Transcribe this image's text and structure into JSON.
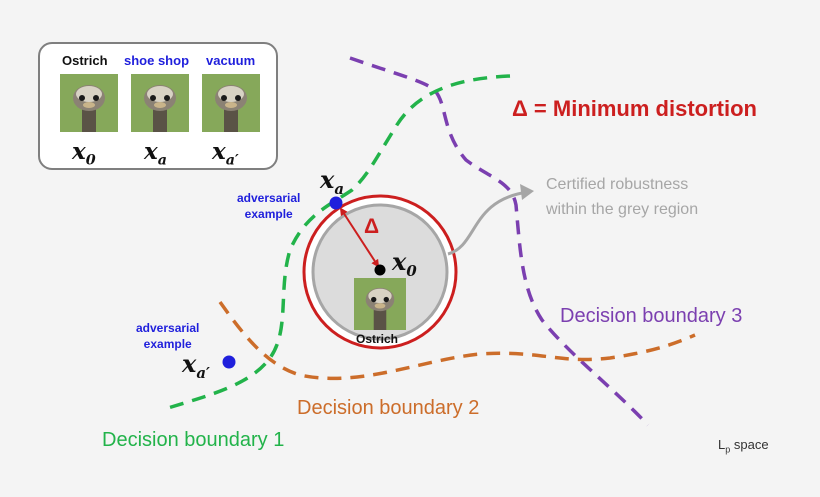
{
  "legend": {
    "labels": [
      "Ostrich",
      "shoe shop",
      "vacuum"
    ],
    "images": [
      {
        "icon": "ostrich-image",
        "math_base": "x",
        "math_sub": "0"
      },
      {
        "icon": "ostrich-image",
        "math_base": "x",
        "math_sub": "a"
      },
      {
        "icon": "ostrich-image",
        "math_base": "x",
        "math_sub": "a′"
      }
    ]
  },
  "title": "Δ = Minimum distortion",
  "delta_symbol": "Δ",
  "certified_text": [
    "Certified robustness",
    "within the grey region"
  ],
  "points": {
    "x0": {
      "base": "x",
      "sub": "0"
    },
    "xa": {
      "base": "x",
      "sub": "a"
    },
    "xa2": {
      "base": "x",
      "sub": "a′"
    }
  },
  "adversarial_labels": [
    "adversarial",
    "example"
  ],
  "center_image_label": "Ostrich",
  "boundaries": {
    "b1": "Decision boundary 1",
    "b2": "Decision boundary 2",
    "b3": "Decision boundary 3"
  },
  "space": {
    "base": "L",
    "sub": "p",
    "suffix": " space"
  },
  "colors": {
    "green": "#22b34a",
    "orange": "#cc6d2a",
    "purple": "#7b3fb0",
    "red": "#cc1f1f",
    "blue": "#1f1fdc",
    "grey_text": "#a6a6a6",
    "grey_region": "#dcdcdc"
  }
}
